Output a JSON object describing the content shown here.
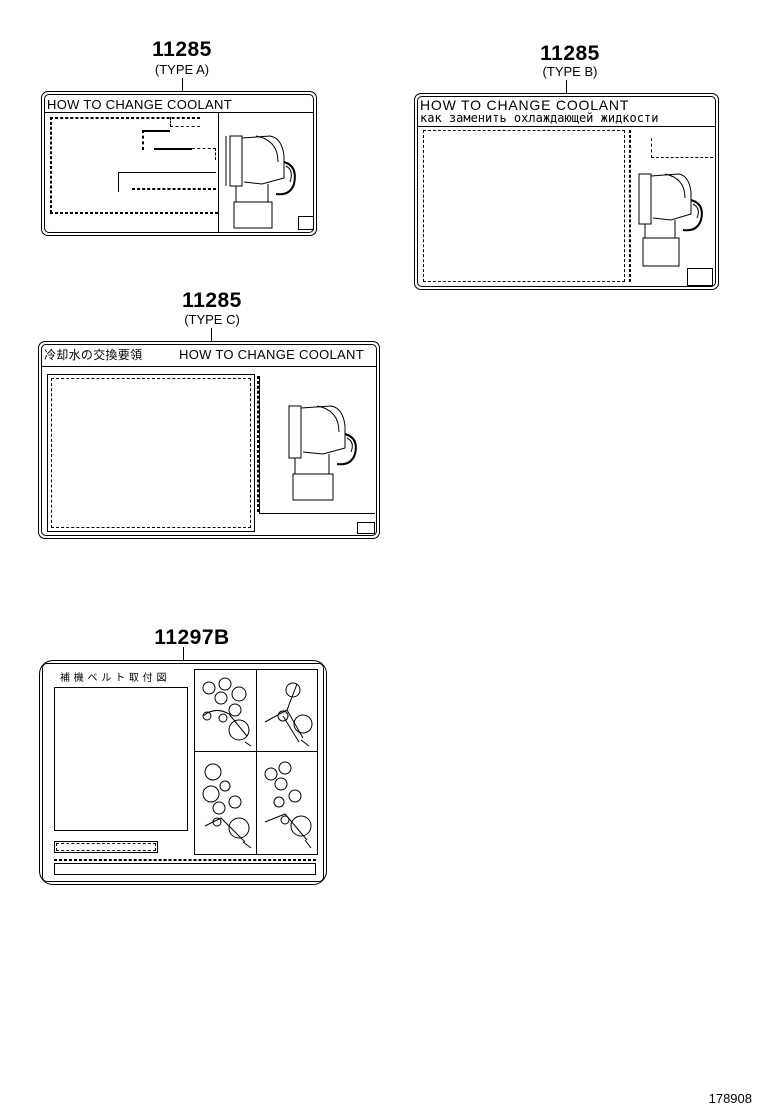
{
  "labels": {
    "a": {
      "part_number": "11285",
      "type": "(TYPE A)",
      "title": "HOW TO CHANGE COOLANT"
    },
    "b": {
      "part_number": "11285",
      "type": "(TYPE B)",
      "title": "HOW TO CHANGE COOLANT",
      "title_ru": "как заменить охлаждающей жидкости"
    },
    "c": {
      "part_number": "11285",
      "type": "(TYPE C)",
      "title_jp": "冷却水の交換要領",
      "title": "HOW TO CHANGE COOLANT"
    },
    "d": {
      "part_number": "11297B",
      "title_jp": "補 機 ベ ル ト 取 付 図"
    }
  },
  "footer": {
    "figure_id": "178908"
  }
}
